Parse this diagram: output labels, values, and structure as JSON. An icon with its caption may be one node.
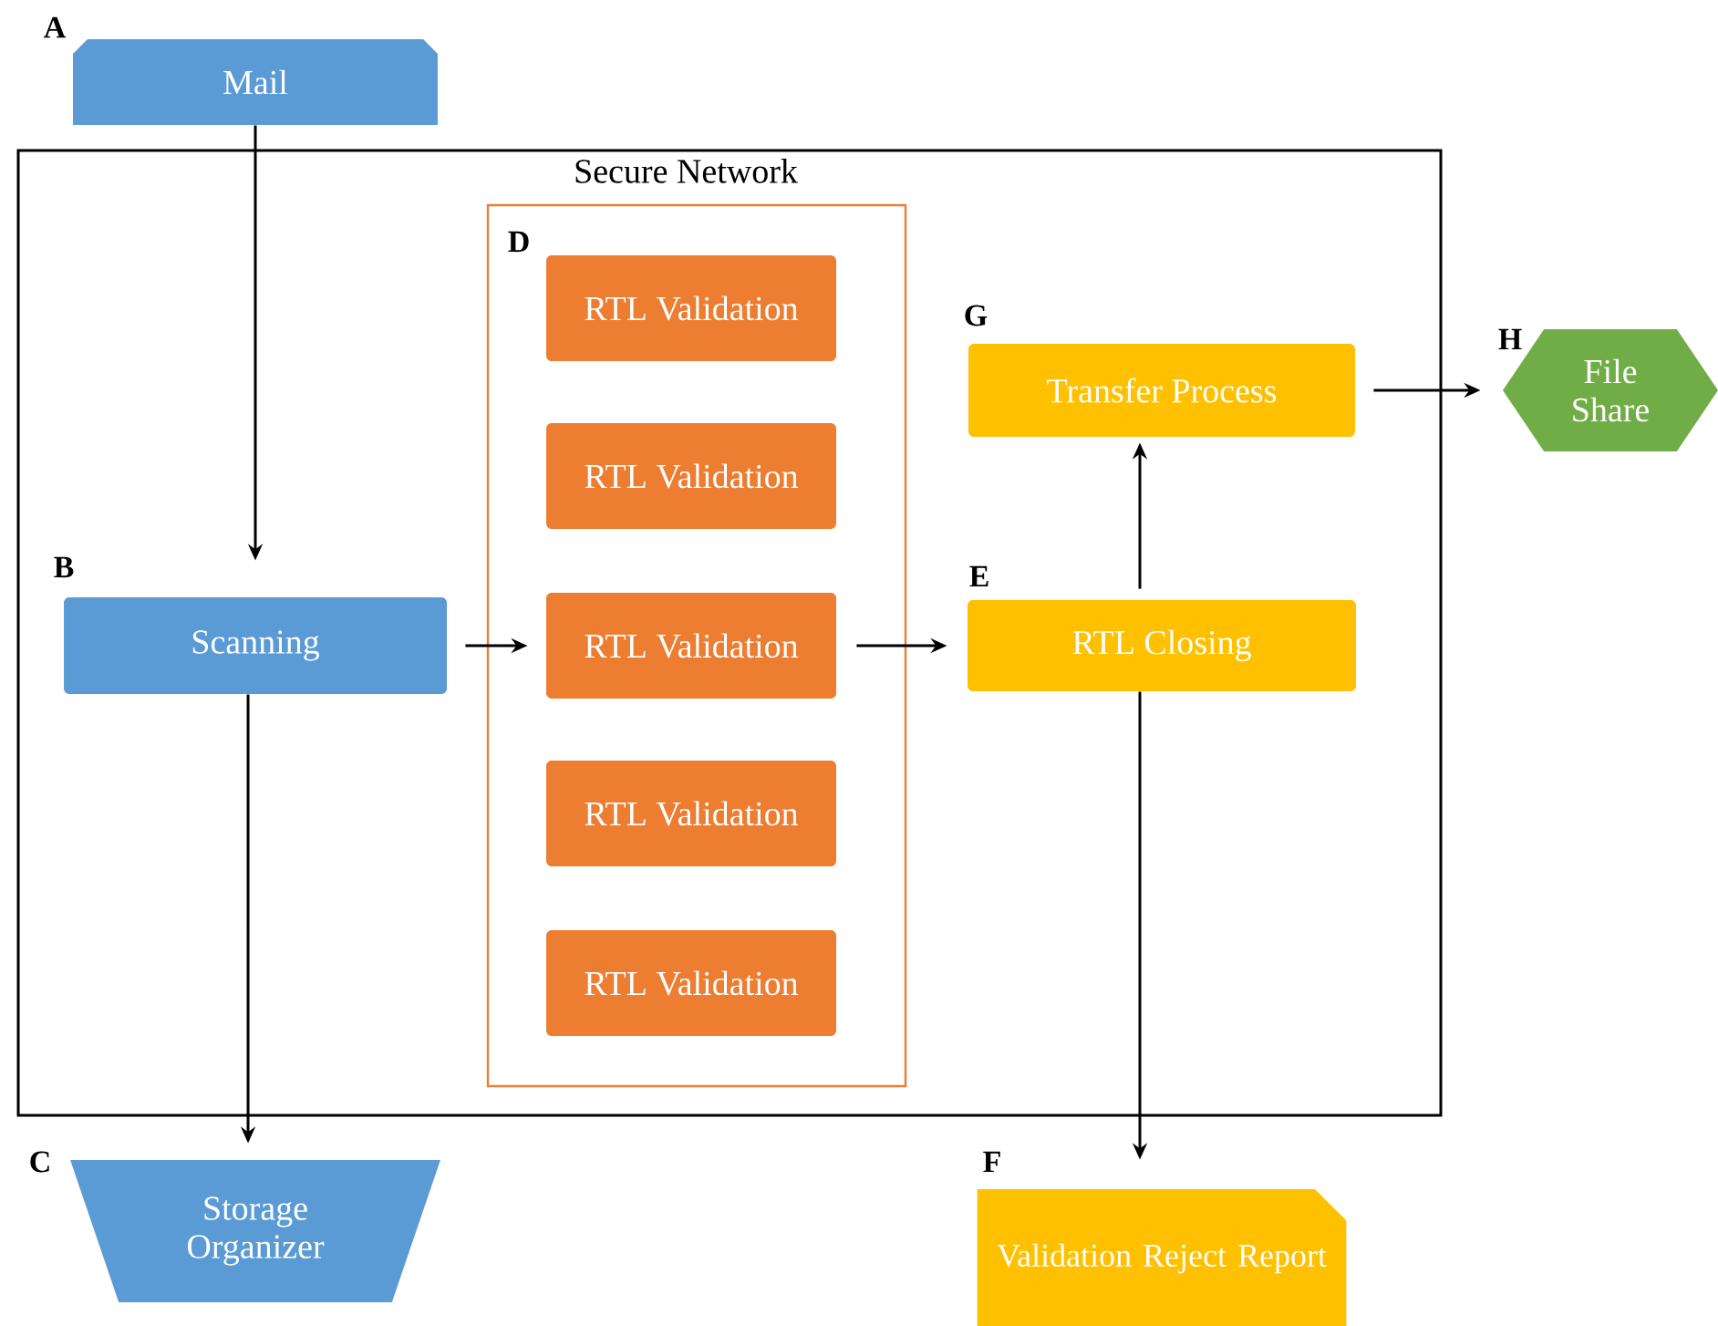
{
  "diagram": {
    "nodes": [
      {
        "text": [
          "Mail"
        ],
        "beside": [
          "A"
        ]
      },
      {
        "text": [
          "Secure Network"
        ]
      },
      {
        "text": [
          "D"
        ],
        "in": 1
      },
      {
        "text": [
          "Scanning"
        ],
        "beside": [
          "B"
        ],
        "in": 1
      },
      {
        "text": [
          "RTL Validation"
        ],
        "in": 2
      },
      {
        "text": [
          "RTL Validation"
        ],
        "in": 2
      },
      {
        "text": [
          "RTL Validation"
        ],
        "in": 2
      },
      {
        "text": [
          "RTL Validation"
        ],
        "in": 2
      },
      {
        "text": [
          "RTL Validation"
        ],
        "in": 2
      },
      {
        "text": [
          "Transfer Process"
        ],
        "beside": [
          "G"
        ],
        "in": 1
      },
      {
        "text": [
          "RTL Closing"
        ],
        "beside": [
          "E"
        ],
        "in": 1
      },
      {
        "text": [
          "File Share"
        ],
        "beside": [
          "H"
        ]
      },
      {
        "text": [
          "Storage Organizer"
        ],
        "beside": [
          "C"
        ]
      },
      {
        "text": [
          "Validation Reject Report"
        ],
        "beside": [
          "F"
        ]
      }
    ],
    "edges": [
      {
        "from": 0,
        "to": 3,
        "arrow": "to"
      },
      {
        "from": 3,
        "to": 12,
        "arrow": "to"
      },
      {
        "from": 3,
        "to": 6,
        "arrow": "to"
      },
      {
        "from": 6,
        "to": 10,
        "arrow": "to"
      },
      {
        "from": 10,
        "to": 9,
        "arrow": "to"
      },
      {
        "from": 10,
        "to": 13,
        "arrow": "to"
      },
      {
        "from": 9,
        "to": 11,
        "arrow": "to"
      }
    ]
  }
}
